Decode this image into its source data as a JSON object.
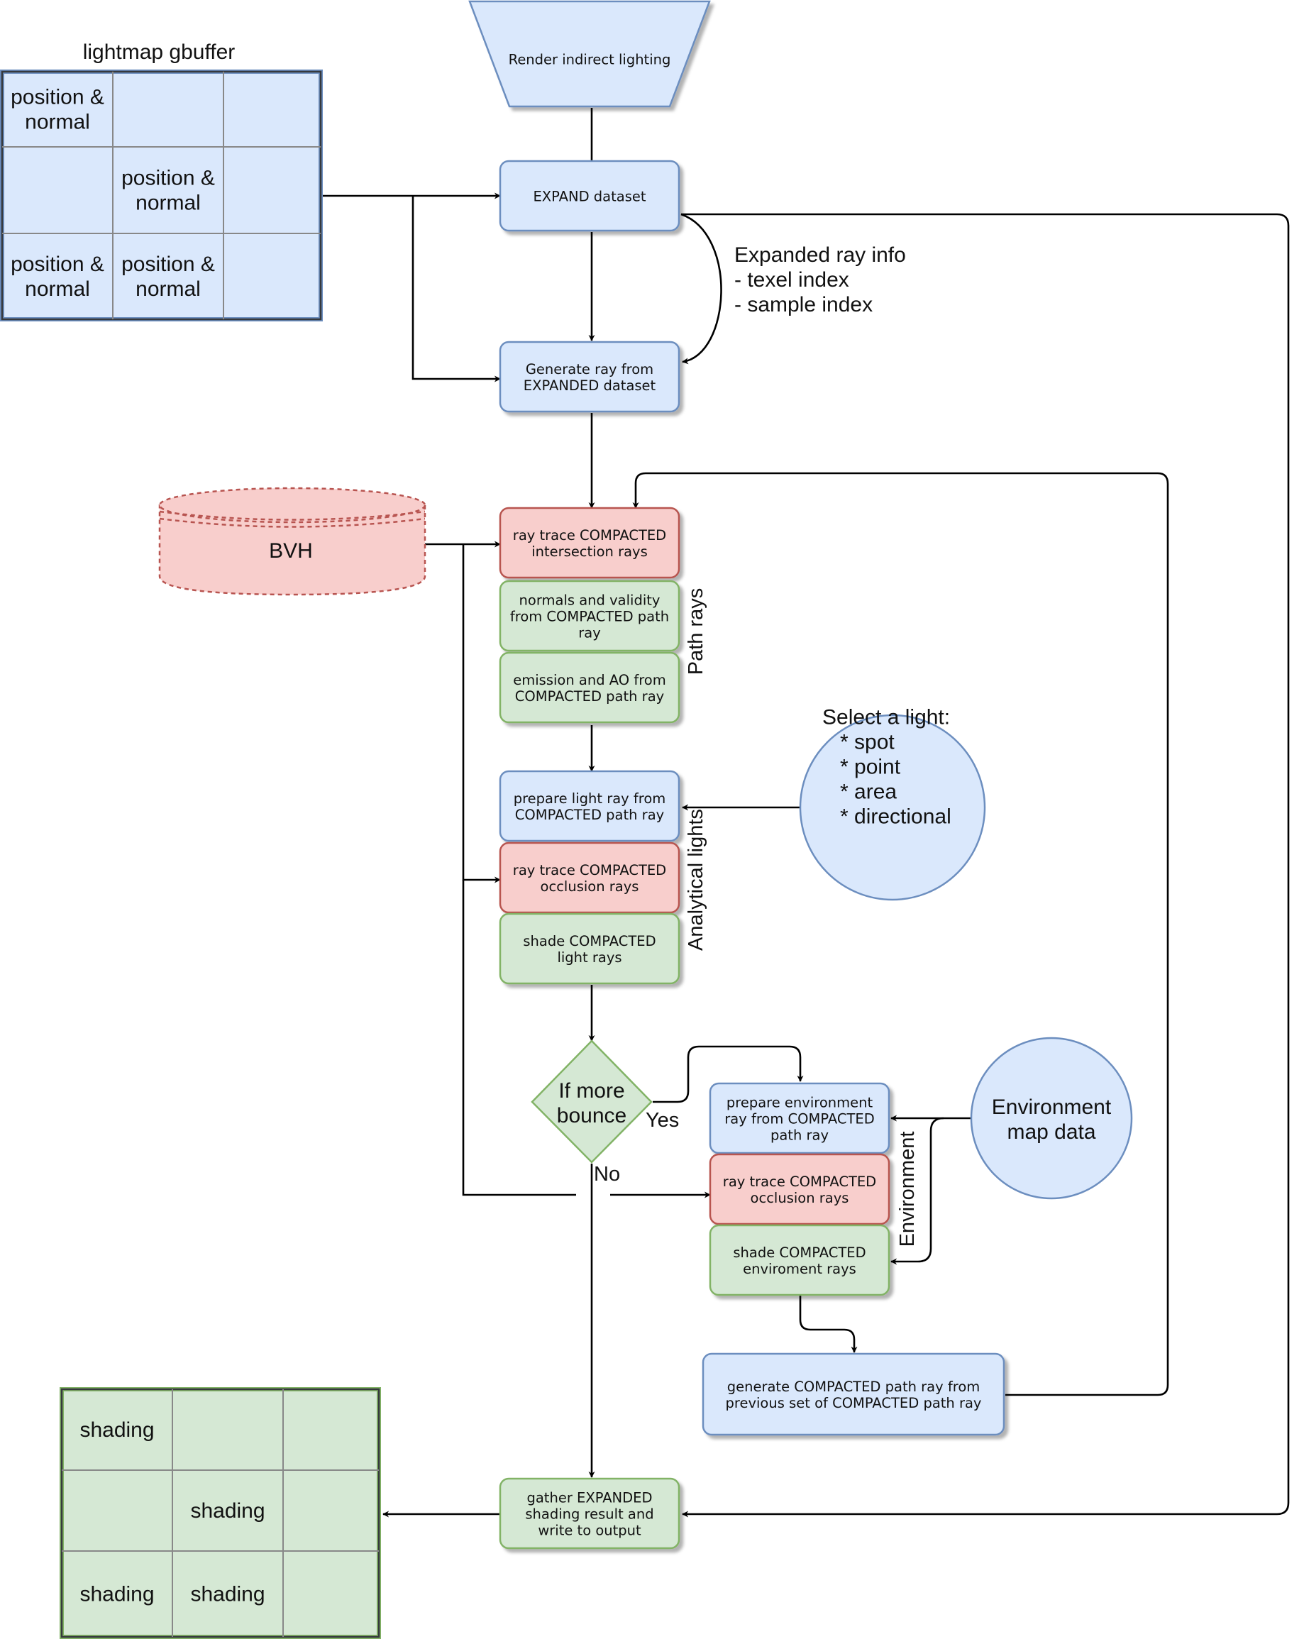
{
  "gbuffer": {
    "title": "lightmap gbuffer",
    "cells": [
      "position &\nnormal",
      "",
      "",
      "",
      "position &\nnormal",
      "",
      "position &\nnormal",
      "position &\nnormal",
      ""
    ]
  },
  "output": {
    "cells": [
      "shading",
      "",
      "",
      "",
      "shading",
      "",
      "shading",
      "shading",
      ""
    ]
  },
  "nodes": {
    "render": "Render indirect lighting",
    "expand": "EXPAND dataset",
    "generate_ray": "Generate ray from\nEXPANDED dataset",
    "bvh": "BVH",
    "trace_intersection": "ray trace COMPACTED\nintersection rays",
    "normals_validity": "normals and validity\nfrom COMPACTED path\nray",
    "emission_ao": "emission and AO from\nCOMPACTED path ray",
    "prepare_light": "prepare light ray from\nCOMPACTED path ray",
    "trace_occlusion_light": "ray trace COMPACTED\nocclusion rays",
    "shade_light": "shade COMPACTED\nlight rays",
    "select_light": "Select a light:\n   * spot\n   * point\n   * area\n   * directional",
    "more_bounce": "If more\nbounce",
    "prepare_env": "prepare environment\nray from COMPACTED\npath ray",
    "trace_occlusion_env": "ray trace COMPACTED\nocclusion rays",
    "shade_env": "shade COMPACTED\nenviroment rays",
    "env_map": "Environment\nmap data",
    "generate_compacted": "generate COMPACTED path ray from\nprevious set of COMPACTED path ray",
    "gather": "gather EXPANDED\nshading result and\nwrite to output"
  },
  "annotations": {
    "expanded_info": "Expanded ray info\n- texel index\n- sample index",
    "yes": "Yes",
    "no": "No"
  },
  "groups": {
    "path_rays": "Path rays",
    "analytical_lights": "Analytical lights",
    "environment": "Environment"
  },
  "colors": {
    "blue_fill": "#dae8fc",
    "blue_stroke": "#6c8ebf",
    "red_fill": "#f8cecc",
    "red_stroke": "#b85450",
    "green_fill": "#d5e8d4",
    "green_stroke": "#82b366"
  }
}
